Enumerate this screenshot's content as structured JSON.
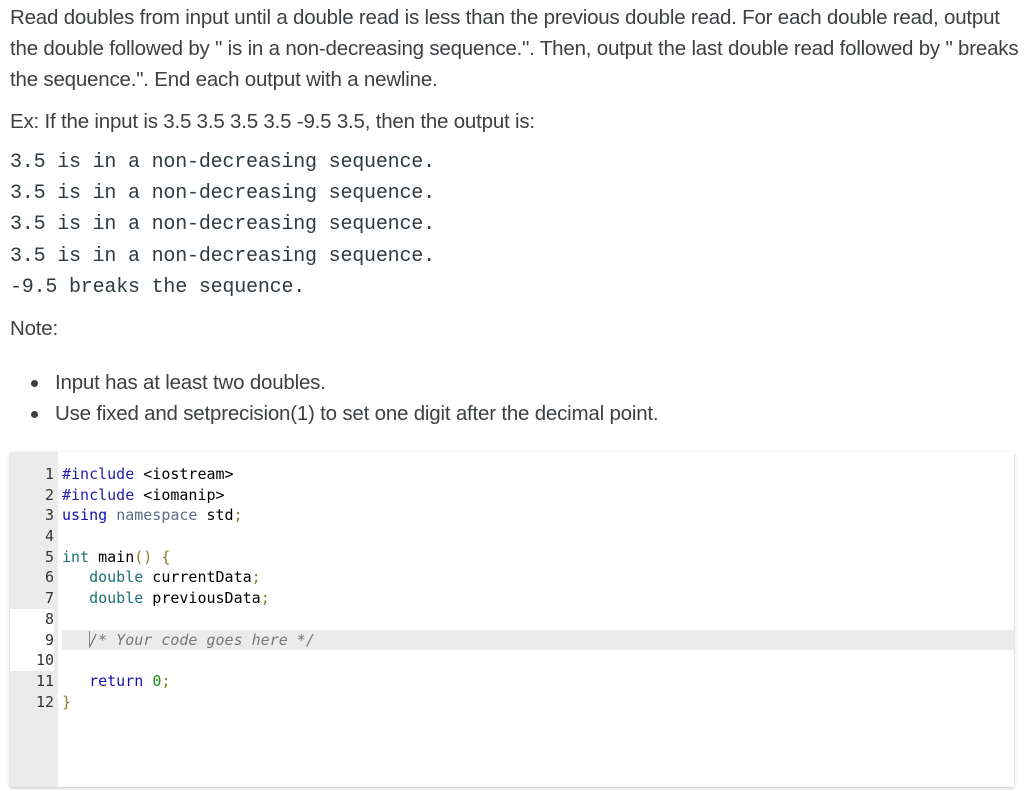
{
  "problem": {
    "description": "Read doubles from input until a double read is less than the previous double read. For each double read, output the double followed by \" is in a non-decreasing sequence.\". Then, output the last double read followed by \" breaks the sequence.\". End each output with a newline.",
    "example_intro": "Ex: If the input is 3.5 3.5 3.5 3.5 -9.5 3.5, then the output is:",
    "sample_output": [
      "3.5 is in a non-decreasing sequence.",
      "3.5 is in a non-decreasing sequence.",
      "3.5 is in a non-decreasing sequence.",
      "3.5 is in a non-decreasing sequence.",
      "-9.5 breaks the sequence."
    ],
    "note_label": "Note:",
    "notes": [
      "Input has at least two doubles.",
      "Use fixed and setprecision(1) to set one digit after the decimal point."
    ]
  },
  "editor": {
    "line_numbers": [
      "1",
      "2",
      "3",
      "4",
      "5",
      "6",
      "7",
      "8",
      "9",
      "10",
      "11",
      "12"
    ],
    "lines": [
      {
        "tokens": [
          [
            "k-pre",
            "#include"
          ],
          [
            "",
            " <iostream>"
          ]
        ]
      },
      {
        "tokens": [
          [
            "k-pre",
            "#include"
          ],
          [
            "",
            " <iomanip>"
          ]
        ]
      },
      {
        "tokens": [
          [
            "k-using",
            "using"
          ],
          [
            "",
            " "
          ],
          [
            "k-ns",
            "namespace"
          ],
          [
            "",
            " std"
          ],
          [
            "punc",
            ";"
          ]
        ]
      },
      {
        "tokens": []
      },
      {
        "tokens": [
          [
            "k-type",
            "int"
          ],
          [
            "",
            " main"
          ],
          [
            "punc",
            "() {"
          ]
        ]
      },
      {
        "tokens": [
          [
            "",
            "   "
          ],
          [
            "k-type",
            "double"
          ],
          [
            "",
            " currentData"
          ],
          [
            "punc",
            ";"
          ]
        ]
      },
      {
        "tokens": [
          [
            "",
            "   "
          ],
          [
            "k-type",
            "double"
          ],
          [
            "",
            " previousData"
          ],
          [
            "punc",
            ";"
          ]
        ]
      },
      {
        "tokens": []
      },
      {
        "tokens": [
          [
            "",
            "   "
          ],
          [
            "cursor",
            ""
          ],
          [
            "comment",
            "/* Your code goes here */"
          ]
        ]
      },
      {
        "tokens": []
      },
      {
        "tokens": [
          [
            "",
            "   "
          ],
          [
            "k-ret",
            "return"
          ],
          [
            "",
            " "
          ],
          [
            "num-lit",
            "0"
          ],
          [
            "punc",
            ";"
          ]
        ]
      },
      {
        "tokens": [
          [
            "punc",
            "}"
          ]
        ]
      }
    ],
    "active_line": 9,
    "colors": {
      "gutter_bg": "#ebebeb",
      "active_line_bg": "#ebebeb",
      "preprocessor": "#1f1fa6",
      "type_keyword": "#1e6f73",
      "punctuation": "#8b7a2b",
      "number": "#1a8a1a",
      "comment": "#777777"
    }
  }
}
